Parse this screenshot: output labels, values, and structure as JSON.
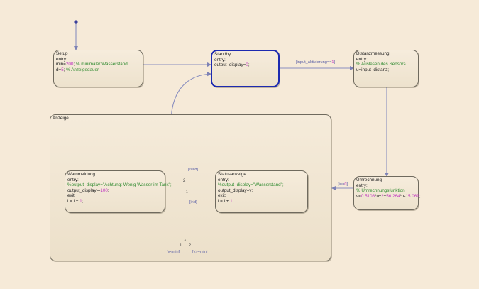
{
  "colors": {
    "background": "#f6ead8",
    "active_state_border": "#1c2ab0",
    "transition": "#8a8fbf",
    "junction": "#e0a050",
    "number": "#c036c0",
    "comment": "#2f8a2f"
  },
  "states": {
    "setup": {
      "name": "Setup",
      "entry": "entry:",
      "l1_a": "min=",
      "l1_num": "200",
      "l1_b": "; ",
      "l1_cmt": "% minimaler Wasserstand",
      "l2_a": "d=",
      "l2_num": "5",
      "l2_b": "; ",
      "l2_cmt": "% Anzeigedauer"
    },
    "standby": {
      "name": "Standby",
      "entry": "entry:",
      "l1_a": "output_display=",
      "l1_num": "0",
      "l1_b": ";"
    },
    "distanzmessung": {
      "name": "Distanzmessung",
      "entry": "entry:",
      "l1_cmt": "% Auslesen des Sensors",
      "l2": "u=input_distanz;"
    },
    "umrechnung": {
      "name": "Umrechnung",
      "entry": "entry:",
      "l1_cmt": "% Umrechnungsfunktion",
      "l2_a": "v=",
      "l2_n1": "0.5108",
      "l2_b": "*u^",
      "l2_n2": "2",
      "l2_c": "+",
      "l2_n3": "56.264",
      "l2_d": "*u-",
      "l2_n4": "15.069",
      "l2_e": ";"
    },
    "anzeige": {
      "name": "Anzeige"
    },
    "warnmeldung": {
      "name": "Warnmeldung",
      "entry": "entry:",
      "l1_cmt": "%output_display=\"Achtung: Wenig Wasser im Tank\";",
      "l2_a": "output_display=-",
      "l2_num": "100",
      "l2_b": ";",
      "exit": "exit:",
      "l3_a": "i = i + ",
      "l3_num": "1",
      "l3_b": ";"
    },
    "statusanzeige": {
      "name": "Statusanzeige",
      "entry": "entry:",
      "l1_cmt": "%output_display=\"Wasserstand\";",
      "l2": "output_display=v;",
      "exit": "exit:",
      "l3_a": "i = i + ",
      "l3_num": "1",
      "l3_b": ";"
    }
  },
  "transitions": {
    "aktivierung_a": "[input_aktivierung==",
    "aktivierung_num": "1",
    "aktivierung_b": "]",
    "i_zero_a": "[i==",
    "i_zero_num": "0",
    "i_zero_b": "]",
    "i_ge_d": "[i>=d]",
    "i_lt_d": "[i<d]",
    "v_lt_min": "[v<min]",
    "v_ge_min": "[v>=min]"
  },
  "junctions": {
    "upper": {
      "top_label": "2",
      "bottom_label": "1"
    },
    "lower": {
      "top_label": "3",
      "left_label": "1",
      "right_label": "2"
    }
  }
}
